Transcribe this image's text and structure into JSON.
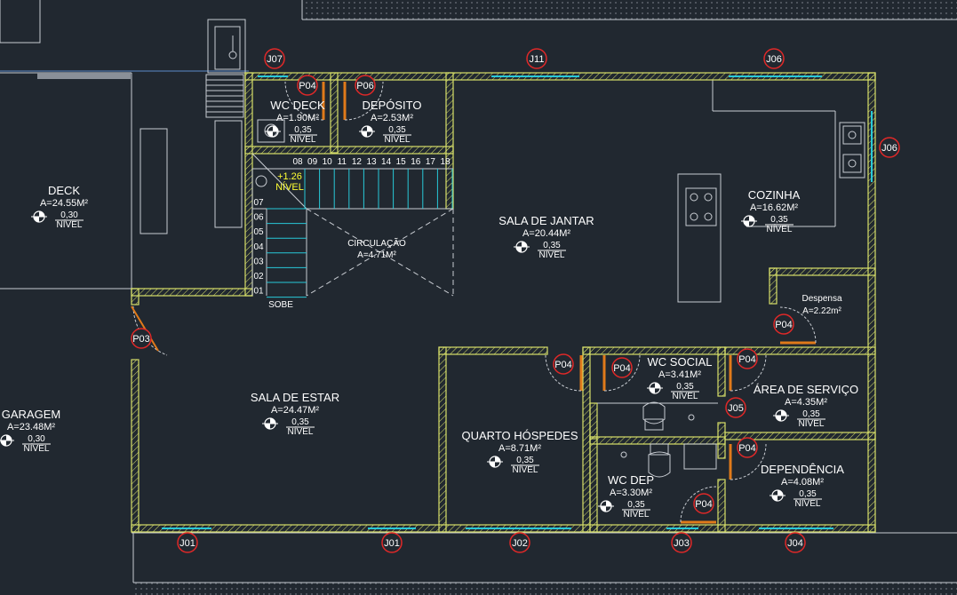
{
  "colors": {
    "background": "#212830",
    "wall": "#d8e06a",
    "window": "#28c8d8",
    "tag_circle": "#e02828",
    "door": "#e07a1a",
    "line": "#c8ccd2",
    "level_text": "#ffff33"
  },
  "rooms": [
    {
      "id": "deck",
      "name": "DECK",
      "area": "A=24.55M²",
      "level": "0,30",
      "level_label": "NÍVEL"
    },
    {
      "id": "garagem",
      "name": "GARAGEM",
      "area": "A=23.48M²",
      "level": "0,30",
      "level_label": "NÍVEL"
    },
    {
      "id": "wc-deck",
      "name": "WC DECK",
      "area": "A=1.90M²",
      "level": "0,35",
      "level_label": "NÍVEL"
    },
    {
      "id": "deposito",
      "name": "DEPÓSITO",
      "area": "A=2.53M²",
      "level": "0,35",
      "level_label": "NÍVEL"
    },
    {
      "id": "sala-jantar",
      "name": "SALA DE JANTAR",
      "area": "A=20.44M²",
      "level": "0,35",
      "level_label": "NÍVEL"
    },
    {
      "id": "cozinha",
      "name": "COZINHA",
      "area": "A=16.62M²",
      "level": "0,35",
      "level_label": "NÍVEL"
    },
    {
      "id": "sala-estar",
      "name": "SALA DE ESTAR",
      "area": "A=24.47M²",
      "level": "0,35",
      "level_label": "NÍVEL"
    },
    {
      "id": "quarto",
      "name": "QUARTO HÓSPEDES",
      "area": "A=8.71M²",
      "level": "0,35",
      "level_label": "NÍVEL"
    },
    {
      "id": "wc-social",
      "name": "WC SOCIAL",
      "area": "A=3.41M²",
      "level": "0,35",
      "level_label": "NÍVEL"
    },
    {
      "id": "area-servico",
      "name": "ÁREA DE SERVIÇO",
      "area": "A=4.35M²",
      "level": "0,35",
      "level_label": "NÍVEL"
    },
    {
      "id": "dependencia",
      "name": "DEPENDÊNCIA",
      "area": "A=4.08M²",
      "level": "0,35",
      "level_label": "NÍVEL"
    },
    {
      "id": "wc-dep",
      "name": "WC DEP",
      "area": "A=3.30M²",
      "level": "0,35",
      "level_label": "NÍVEL"
    }
  ],
  "circulacao": {
    "name": "CIRCULAÇÃO",
    "area": "A=4.71M²"
  },
  "despensa": {
    "name": "Despensa",
    "area": "A=2.22m²"
  },
  "stair": {
    "level": "+1.26",
    "level_label": "NÍVEL",
    "top_steps": [
      "08",
      "09",
      "10",
      "11",
      "12",
      "13",
      "14",
      "15",
      "16",
      "17",
      "18"
    ],
    "side_steps": [
      "07",
      "06",
      "05",
      "04",
      "03",
      "02",
      "01"
    ],
    "up_label": "SOBE"
  },
  "tags": [
    "J07",
    "P04",
    "P06",
    "J11",
    "J06",
    "J06",
    "P03",
    "P04",
    "P04",
    "P04",
    "J05",
    "P04",
    "P04",
    "J01",
    "J01",
    "J02",
    "J03",
    "J04",
    "P04"
  ]
}
